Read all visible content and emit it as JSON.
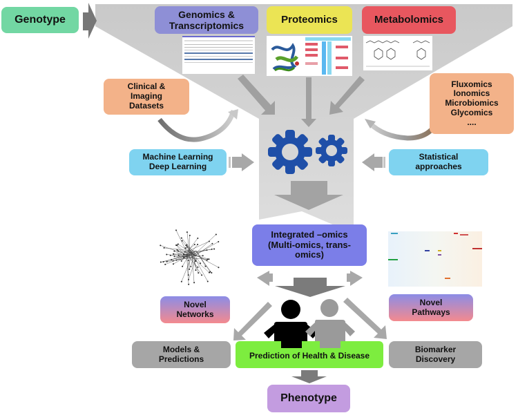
{
  "diagram": {
    "title": "Genotype to Phenotype multi-omics integration workflow",
    "input": {
      "label": "Genotype",
      "color": "#72d7a3"
    },
    "omics_layers": [
      {
        "id": "genomics",
        "label": "Genomics & Transcriptomics",
        "color": "#8e8fd6",
        "thumbnail": "sequence-alignment-table"
      },
      {
        "id": "proteomics",
        "label": "Proteomics",
        "color": "#ebe454",
        "thumbnail": "protein-structure-and-heatmap"
      },
      {
        "id": "metabolomics",
        "label": "Metabolomics",
        "color": "#e8575f",
        "thumbnail": "chemical-structures"
      }
    ],
    "side_inputs": {
      "clinical": {
        "label_lines": [
          "Clinical &",
          "Imaging",
          "Datasets"
        ],
        "color": "#f3b289"
      },
      "other_omics": {
        "label_lines": [
          "Fluxomics",
          "Ionomics",
          "Microbiomics",
          "Glycomics",
          "...."
        ],
        "color": "#f3b289"
      }
    },
    "methods": {
      "left": {
        "label_lines": [
          "Machine Learning",
          "Deep Learning"
        ],
        "color": "#7fd3f0"
      },
      "right": {
        "label_lines": [
          "Statistical",
          "approaches"
        ],
        "color": "#7fd3f0"
      }
    },
    "processing_icon": "gears-icon",
    "integration": {
      "label_lines": [
        "Integrated –omics",
        "(Multi-omics, trans-",
        "omics)"
      ],
      "color": "#7b7ee8"
    },
    "discoveries": {
      "networks": {
        "label_lines": [
          "Novel",
          "Networks"
        ],
        "gradient_top": "#8c8ce6",
        "gradient_bottom": "#f48a8e"
      },
      "pathways": {
        "label_lines": [
          "Novel",
          "Pathways"
        ],
        "gradient_top": "#8c8ce6",
        "gradient_bottom": "#f48a8e"
      }
    },
    "outputs": {
      "models": {
        "label_lines": [
          "Models &",
          "Predictions"
        ],
        "color": "#a6a6a6"
      },
      "prediction": {
        "label": "Prediction of Health & Disease",
        "color": "#7ded3f"
      },
      "biomarker": {
        "label_lines": [
          "Biomarker",
          "Discovery"
        ],
        "color": "#a6a6a6"
      }
    },
    "final": {
      "label": "Phenotype",
      "color": "#c39ce0"
    },
    "colors": {
      "funnel": "#d3d3d3",
      "arrow": "#a3a3a3",
      "arrow_dark": "#777777",
      "gear": "#1f4fa8",
      "person_dark": "#000000",
      "person_light": "#9a9a9a"
    }
  }
}
